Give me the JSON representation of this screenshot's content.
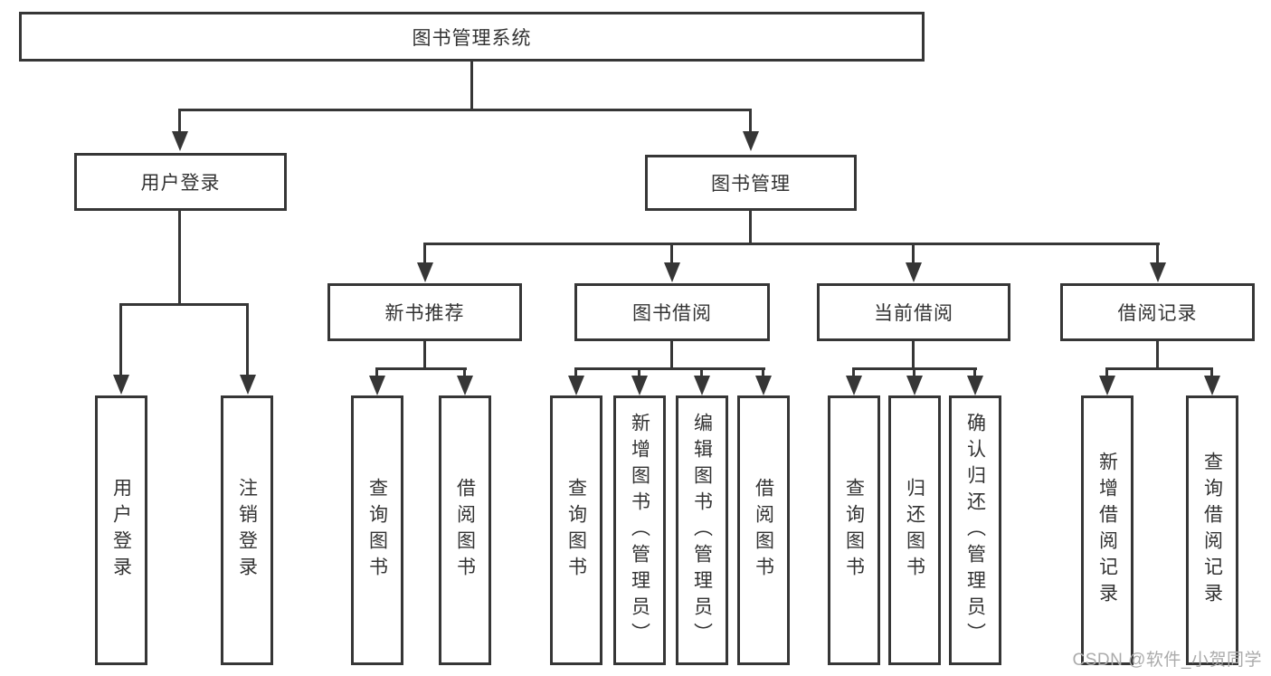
{
  "tree": {
    "root": {
      "label": "图书管理系统"
    },
    "level2": [
      {
        "id": "user-login",
        "label": "用户登录"
      },
      {
        "id": "book-management",
        "label": "图书管理"
      }
    ],
    "level3": [
      {
        "id": "new-book-recommend",
        "label": "新书推荐"
      },
      {
        "id": "book-borrowing",
        "label": "图书借阅"
      },
      {
        "id": "current-borrowing",
        "label": "当前借阅"
      },
      {
        "id": "borrowing-records",
        "label": "借阅记录"
      }
    ],
    "leaves": [
      {
        "parent": "user-login",
        "label": "用户登录"
      },
      {
        "parent": "user-login",
        "label": "注销登录"
      },
      {
        "parent": "new-book-recommend",
        "label": "查询图书"
      },
      {
        "parent": "new-book-recommend",
        "label": "借阅图书"
      },
      {
        "parent": "book-borrowing",
        "label": "查询图书"
      },
      {
        "parent": "book-borrowing",
        "label": "新增图书（管理员）"
      },
      {
        "parent": "book-borrowing",
        "label": "编辑图书（管理员）"
      },
      {
        "parent": "book-borrowing",
        "label": "借阅图书"
      },
      {
        "parent": "current-borrowing",
        "label": "查询图书"
      },
      {
        "parent": "current-borrowing",
        "label": "归还图书"
      },
      {
        "parent": "current-borrowing",
        "label": "确认归还（管理员）"
      },
      {
        "parent": "borrowing-records",
        "label": "新增借阅记录"
      },
      {
        "parent": "borrowing-records",
        "label": "查询借阅记录"
      }
    ]
  },
  "watermark": "CSDN @软件_小贺同学",
  "colors": {
    "line": "#363636",
    "text": "#333333",
    "background": "#ffffff",
    "watermark": "#ababab"
  }
}
